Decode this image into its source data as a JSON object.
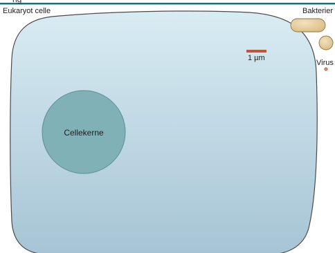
{
  "figure": {
    "header_fragment": "ng",
    "eukaryote_label": "Eukaryot celle",
    "bacteria_label": "Bakterier",
    "virus_label": "Virus",
    "nucleus_label": "Cellekerne",
    "scale_bar_label": "1 µm"
  },
  "colors": {
    "top_rule": "#1f6e7c",
    "cell_fill_top": "#d9ecf3",
    "cell_fill_bottom": "#a6c4d4",
    "cell_outline": "#4a4a4a",
    "nucleus_fill": "#7fb1b6",
    "nucleus_outline": "#5b8f95",
    "bacteria_fill": "#e3c99a",
    "bacteria_outline": "#8b7347",
    "scale_bar": "#c0553a",
    "virus_fill": "#d49060"
  }
}
